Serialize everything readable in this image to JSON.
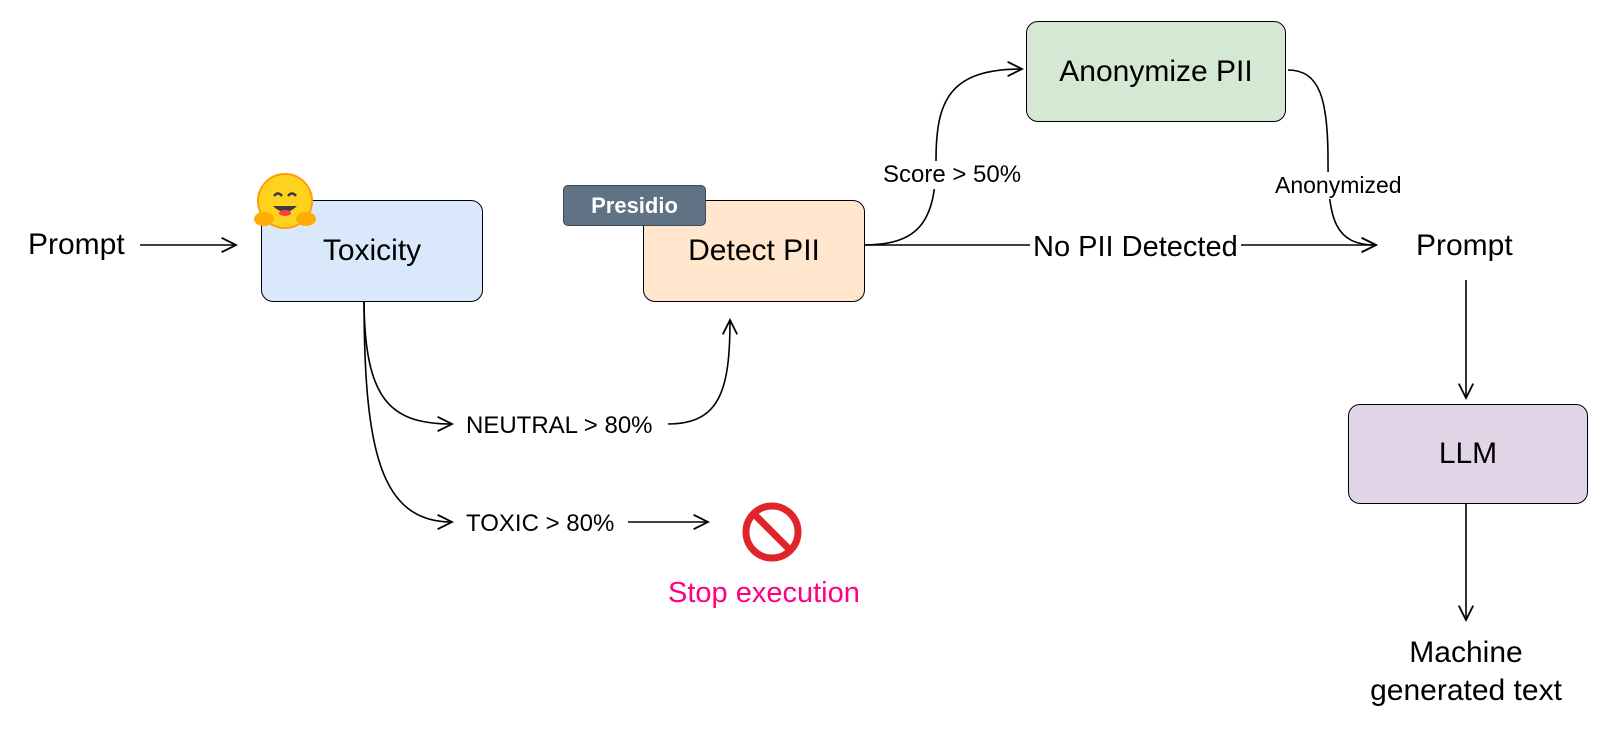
{
  "nodes": {
    "prompt_in": "Prompt",
    "toxicity": "Toxicity",
    "detect_pii": "Detect PII",
    "anonymize_pii": "Anonymize PII",
    "prompt_out": "Prompt",
    "llm": "LLM",
    "output_line1": "Machine",
    "output_line2": "generated text",
    "stop": "Stop execution"
  },
  "badges": {
    "presidio": "Presidio",
    "hugging_face_icon": "hugging-face-icon",
    "stop_icon": "no-entry-icon"
  },
  "edge_labels": {
    "neutral": "NEUTRAL > 80%",
    "toxic": "TOXIC > 80%",
    "score": "Score > 50%",
    "no_pii": "No PII Detected",
    "anonymized": "Anonymized"
  },
  "colors": {
    "toxicity_fill": "#dae8fc",
    "detect_fill": "#ffe6cc",
    "anonymize_fill": "#d5e8d4",
    "llm_fill": "#e1d5e7",
    "presidio_fill": "#5f7385",
    "stop_red": "#e1242b",
    "stop_text": "#ff0080",
    "hf_yellow": "#ffd21e"
  }
}
